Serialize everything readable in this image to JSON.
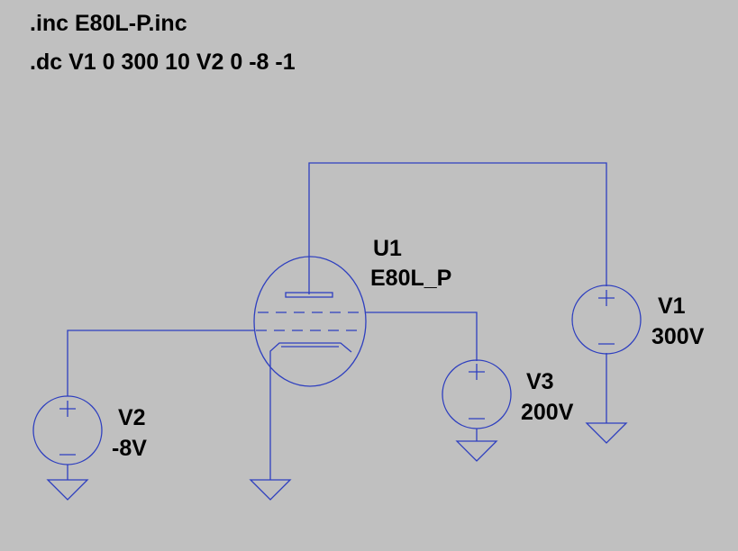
{
  "directives": [
    ".inc E80L-P.inc",
    ".dc V1 0 300 10 V2 0 -8 -1"
  ],
  "tube": {
    "name": "U1",
    "model": "E80L_P"
  },
  "sources": [
    {
      "name": "V1",
      "value": "300V"
    },
    {
      "name": "V2",
      "value": "-8V"
    },
    {
      "name": "V3",
      "value": "200V"
    }
  ],
  "colors": {
    "background": "#c0c0c0",
    "wire": "#2e3fbf",
    "text": "#000000"
  }
}
